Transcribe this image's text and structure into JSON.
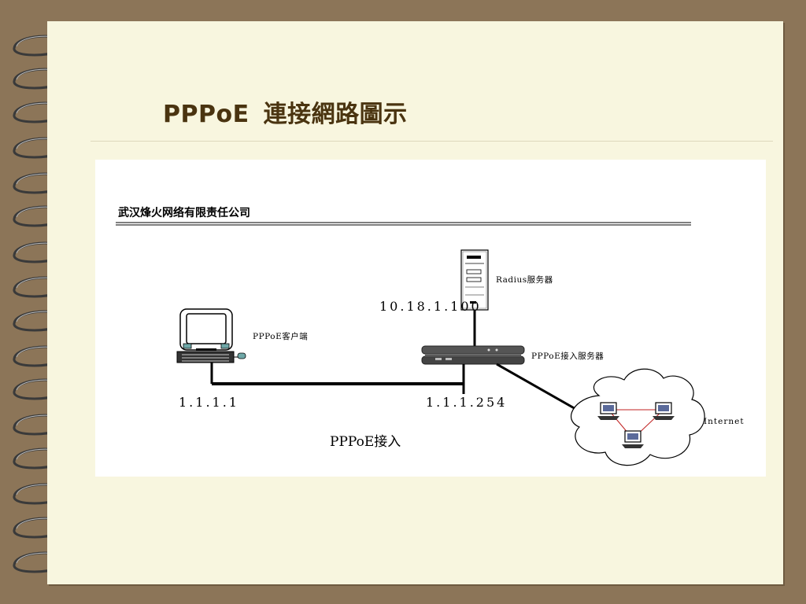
{
  "slide": {
    "title_en": "PPPoE",
    "title_zh": "連接網路圖示"
  },
  "diagram": {
    "company": "武汉烽火网络有限责任公司",
    "radius_label": "Radius服务器",
    "radius_ip": "10.18.1.100",
    "client_label": "PPPoE客户端",
    "client_ip": "1.1.1.1",
    "server_label": "PPPoE接入服务器",
    "server_ip": "1.1.1.254",
    "internet_label": "Internet",
    "caption": "PPPoE接入"
  }
}
